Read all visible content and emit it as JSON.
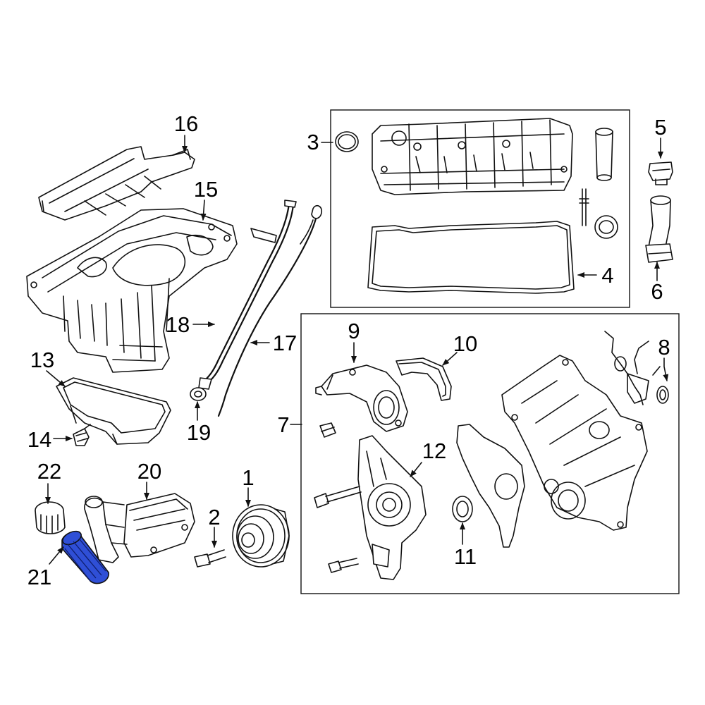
{
  "callouts": {
    "c1": "1",
    "c2": "2",
    "c3": "3",
    "c4": "4",
    "c5": "5",
    "c6": "6",
    "c7": "7",
    "c8": "8",
    "c9": "9",
    "c10": "10",
    "c11": "11",
    "c12": "12",
    "c13": "13",
    "c14": "14",
    "c15": "15",
    "c16": "16",
    "c17": "17",
    "c18": "18",
    "c19": "19",
    "c20": "20",
    "c21": "21",
    "c22": "22"
  },
  "colors": {
    "highlight": "#2f4fd6",
    "line": "#111111",
    "background": "#ffffff"
  },
  "highlighted_part": "21"
}
